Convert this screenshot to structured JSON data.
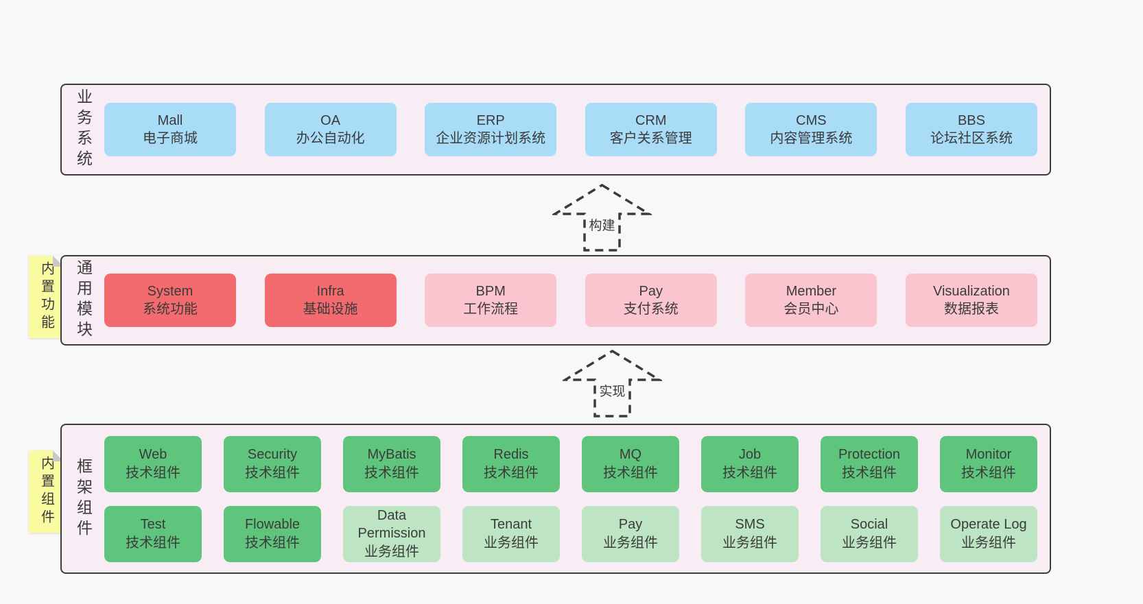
{
  "colors": {
    "page_bg": "#f8f8f8",
    "band_bg": "#f8ecf5",
    "border": "#3c3c3c",
    "text": "#3b3b3b",
    "blue_box": "#a8dcf7",
    "red_box": "#f46b6f",
    "pink_box": "#fbc5cf",
    "green_dark_box": "#5fc57d",
    "green_light_box": "#bde5c4",
    "note_yellow": "#fafaa0",
    "note_fold": "#c8c8c8"
  },
  "arrows": [
    {
      "label": "构建"
    },
    {
      "label": "实现"
    }
  ],
  "layers": [
    {
      "label": "业务系统",
      "boxes": [
        {
          "title": "Mall",
          "subtitle": "电子商城",
          "type": "blue"
        },
        {
          "title": "OA",
          "subtitle": "办公自动化",
          "type": "blue"
        },
        {
          "title": "ERP",
          "subtitle": "企业资源计划系统",
          "type": "blue"
        },
        {
          "title": "CRM",
          "subtitle": "客户关系管理",
          "type": "blue"
        },
        {
          "title": "CMS",
          "subtitle": "内容管理系统",
          "type": "blue"
        },
        {
          "title": "BBS",
          "subtitle": "论坛社区系统",
          "type": "blue"
        }
      ]
    },
    {
      "label": "通用模块",
      "note": "内置功能",
      "boxes": [
        {
          "title": "System",
          "subtitle": "系统功能",
          "type": "red"
        },
        {
          "title": "Infra",
          "subtitle": "基础设施",
          "type": "red"
        },
        {
          "title": "BPM",
          "subtitle": "工作流程",
          "type": "pink"
        },
        {
          "title": "Pay",
          "subtitle": "支付系统",
          "type": "pink"
        },
        {
          "title": "Member",
          "subtitle": "会员中心",
          "type": "pink"
        },
        {
          "title": "Visualization",
          "subtitle": "数据报表",
          "type": "pink"
        }
      ]
    },
    {
      "label": "框架组件",
      "note": "内置组件",
      "rows": [
        [
          {
            "title": "Web",
            "subtitle": "技术组件",
            "type": "green-dark"
          },
          {
            "title": "Security",
            "subtitle": "技术组件",
            "type": "green-dark"
          },
          {
            "title": "MyBatis",
            "subtitle": "技术组件",
            "type": "green-dark"
          },
          {
            "title": "Redis",
            "subtitle": "技术组件",
            "type": "green-dark"
          },
          {
            "title": "MQ",
            "subtitle": "技术组件",
            "type": "green-dark"
          },
          {
            "title": "Job",
            "subtitle": "技术组件",
            "type": "green-dark"
          },
          {
            "title": "Protection",
            "subtitle": "技术组件",
            "type": "green-dark"
          },
          {
            "title": "Monitor",
            "subtitle": "技术组件",
            "type": "green-dark"
          }
        ],
        [
          {
            "title": "Test",
            "subtitle": "技术组件",
            "type": "green-dark"
          },
          {
            "title": "Flowable",
            "subtitle": "技术组件",
            "type": "green-dark"
          },
          {
            "title": "Data Permission",
            "subtitle": "业务组件",
            "type": "green-light"
          },
          {
            "title": "Tenant",
            "subtitle": "业务组件",
            "type": "green-light"
          },
          {
            "title": "Pay",
            "subtitle": "业务组件",
            "type": "green-light"
          },
          {
            "title": "SMS",
            "subtitle": "业务组件",
            "type": "green-light"
          },
          {
            "title": "Social",
            "subtitle": "业务组件",
            "type": "green-light"
          },
          {
            "title": "Operate Log",
            "subtitle": "业务组件",
            "type": "green-light"
          }
        ]
      ]
    }
  ]
}
